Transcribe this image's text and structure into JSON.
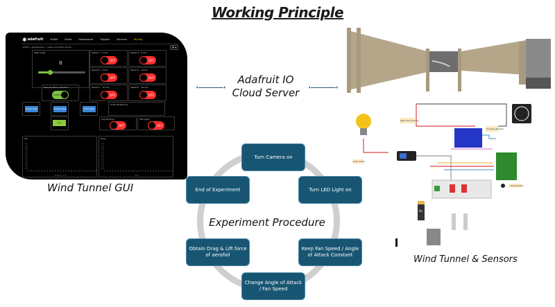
{
  "page_title": "Working Principle",
  "gui": {
    "caption": "Wind Tunnel GUI",
    "logo": "adafruit",
    "nav": [
      "Profile",
      "Feeds",
      "Dashboards",
      "Triggers",
      "Services",
      "My Key"
    ],
    "breadcrumb": "u2000 > Dashboards > Open-loop Wind Tunnel",
    "gear": "⚙ ▾",
    "step_angle": {
      "label": "Step Angle",
      "value": "0",
      "slider_fraction": 0.25
    },
    "speed_toggles": [
      {
        "label": "Speed 1 - 3 m/s",
        "state": "OFF"
      },
      {
        "label": "Speed 2 - 6 m/s",
        "state": "OFF"
      },
      {
        "label": "Speed 3 - 9 m/s",
        "state": "OFF"
      },
      {
        "label": "Speed 4 - 12m/s",
        "state": "OFF"
      },
      {
        "label": "Speed 5 - 15 m/s",
        "state": "OFF"
      },
      {
        "label": "Speed 6 - 18 m/s",
        "state": "OFF"
      }
    ],
    "stepper_direction": {
      "label": "Stepper Motor Direction",
      "state": "FORWARD"
    },
    "buttons": {
      "single_step": "Single Step",
      "double_step": "Double Step",
      "microstep": "Microstep",
      "go": "GO"
    },
    "video_streaming": "Video Streaming",
    "fog_machine": {
      "label": "Fog Machine",
      "state": "OFF"
    },
    "led_light": {
      "label": "LED Light",
      "state": "OFF"
    },
    "lift_chart": {
      "title": "Lift",
      "xlabel": "Relative Time"
    },
    "drag_chart": {
      "title": "Drag",
      "xlabel": "Drag"
    }
  },
  "cloud": {
    "line1": "Adafruit IO",
    "line2": "Cloud Server"
  },
  "procedure": {
    "title": "Experiment Procedure",
    "steps": [
      "Turn Camera on",
      "Turn LED Light on",
      "Keep Fan Speed / Angle of Attack Constant",
      "Change Angle of Attack / Fan Speed",
      "Obtain Drag & Lift force of aerofoil",
      "End of Experiment"
    ]
  },
  "hardware": {
    "caption": "Wind Tunnel & Sensors",
    "labels": {
      "power_socket": "Power Socket",
      "fog_power": "Steam Fan Fog Power",
      "fan_speed_regulator": "Fan Speed Regulator",
      "camera_module": "Camera Module",
      "battery": "9v"
    }
  },
  "colors": {
    "step_fill": "#175572",
    "toggle_off": "#ff2e2e",
    "toggle_on": "#7dc242",
    "button_blue": "#3a86d6",
    "arrow": "#2a5a80"
  }
}
